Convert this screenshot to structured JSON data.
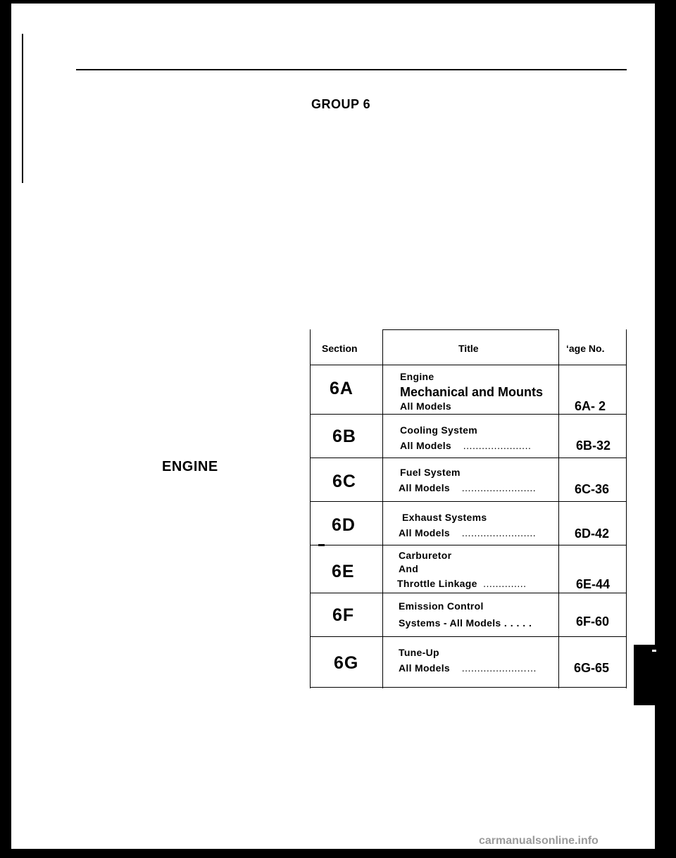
{
  "page": {
    "group_title": "GROUP 6",
    "subject": "ENGINE",
    "watermark": "carmanualsonline.info"
  },
  "toc": {
    "headers": {
      "section": "Section",
      "title": "Title",
      "page": "‘age No."
    },
    "rows": [
      {
        "section": "6A",
        "lines": [
          {
            "text": "Engine",
            "dots": ""
          },
          {
            "text": "Mechanical and Mounts",
            "dots": ""
          },
          {
            "text": "All Models",
            "dots": ""
          }
        ],
        "page": "6A- 2"
      },
      {
        "section": "6B",
        "lines": [
          {
            "text": "Cooling System",
            "dots": ""
          },
          {
            "text": "All Models",
            "dots": "......................"
          }
        ],
        "page": "6B-32"
      },
      {
        "section": "6C",
        "lines": [
          {
            "text": "Fuel System",
            "dots": ""
          },
          {
            "text": "All Models",
            "dots": "........................"
          }
        ],
        "page": "6C-36"
      },
      {
        "section": "6D",
        "lines": [
          {
            "text": "Exhaust Systems",
            "dots": ""
          },
          {
            "text": "All Models",
            "dots": "........................"
          }
        ],
        "page": "6D-42"
      },
      {
        "section": "6E",
        "lines": [
          {
            "text": "Carburetor",
            "dots": ""
          },
          {
            "text": "And",
            "dots": ""
          },
          {
            "text": "Throttle Linkage",
            "dots": ".............."
          }
        ],
        "page": "6E-44"
      },
      {
        "section": "6F",
        "lines": [
          {
            "text": "Emission Control",
            "dots": ""
          },
          {
            "text": "Systems - All Models",
            "dots": " . . . . ."
          }
        ],
        "page": "6F-60"
      },
      {
        "section": "6G",
        "lines": [
          {
            "text": "Tune-Up",
            "dots": ""
          },
          {
            "text": "All Models",
            "dots": ".....................…"
          }
        ],
        "page": "6G-65"
      }
    ]
  }
}
